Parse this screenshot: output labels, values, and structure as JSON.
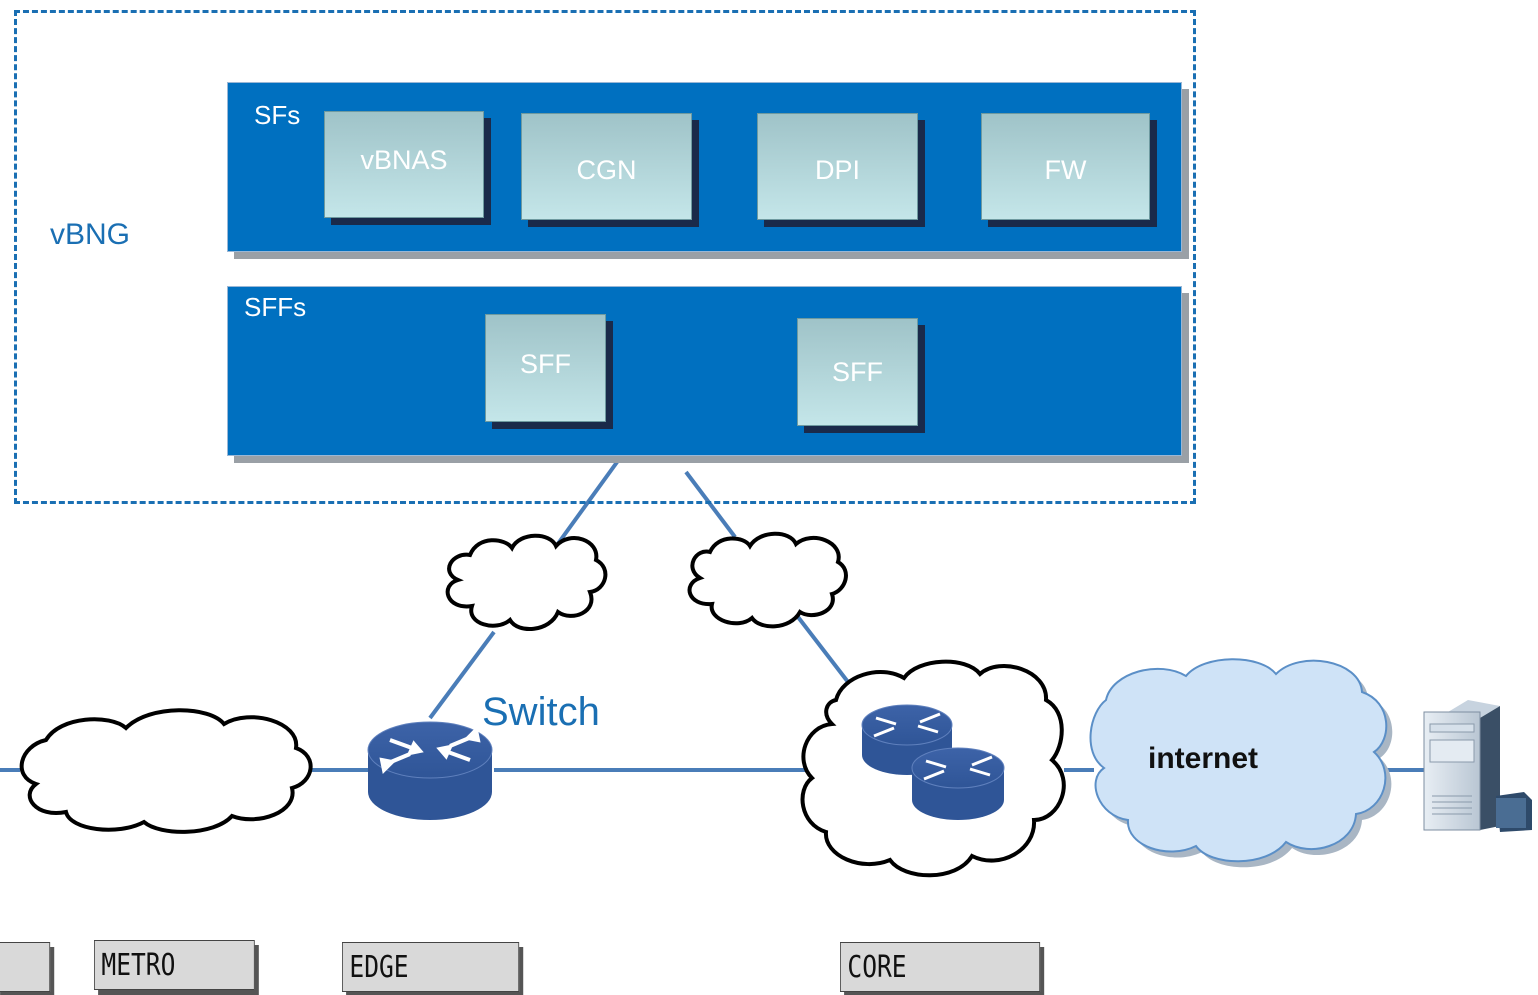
{
  "vbng": {
    "label": "vBNG"
  },
  "sfs_panel": {
    "label": "SFs",
    "functions": [
      "vBNAS",
      "CGN",
      "DPI",
      "FW"
    ]
  },
  "sffs_panel": {
    "label": "SFFs",
    "forwarders": [
      "SFF",
      "SFF"
    ]
  },
  "network": {
    "switch_label": "Switch",
    "internet_label": "internet"
  },
  "zones": [
    "",
    "METRO",
    "EDGE",
    "CORE"
  ],
  "colors": {
    "panel_blue": "#0070c0",
    "line_blue": "#4a7db8",
    "router_blue": "#2f5597",
    "internet_cloud": "#cfe3f7"
  },
  "icons": [
    "router-icon",
    "cloud-icon",
    "server-icon"
  ]
}
